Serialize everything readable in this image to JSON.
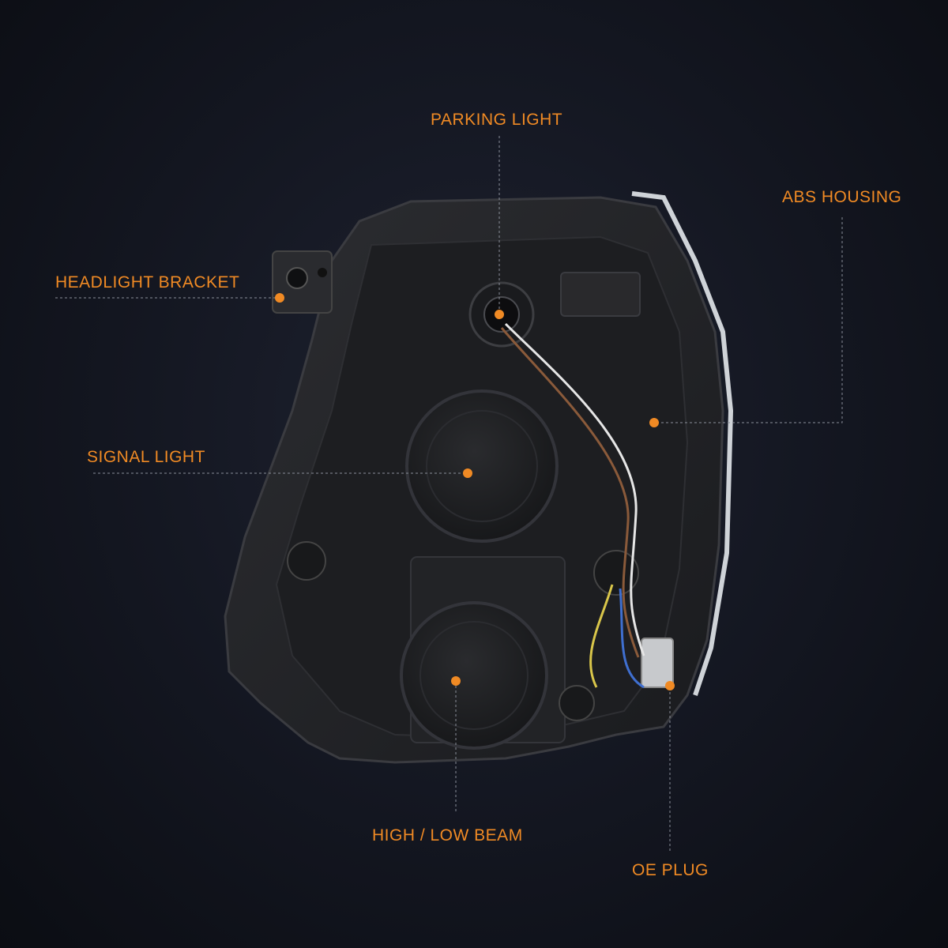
{
  "callouts": {
    "parking_light": "PARKING LIGHT",
    "abs_housing": "ABS HOUSING",
    "headlight_bracket": "HEADLIGHT BRACKET",
    "signal_light": "SIGNAL LIGHT",
    "high_low_beam": "HIGH / LOW BEAM",
    "oe_plug": "OE PLUG"
  },
  "colors": {
    "accent": "#f08a24",
    "background": "#151823",
    "housing": "#222326",
    "leader_line": "#8a8f9a"
  }
}
